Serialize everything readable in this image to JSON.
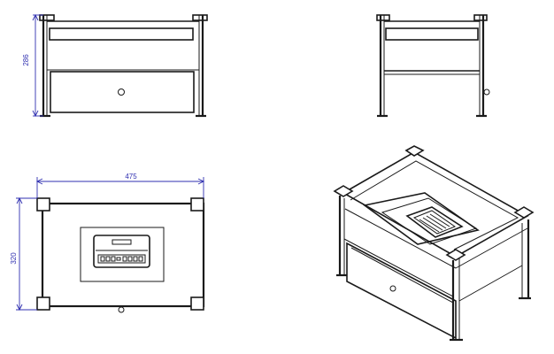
{
  "drawing": {
    "front_view": {
      "height_dimension": "286"
    },
    "top_view": {
      "width_dimension": "475",
      "depth_dimension": "320"
    }
  }
}
